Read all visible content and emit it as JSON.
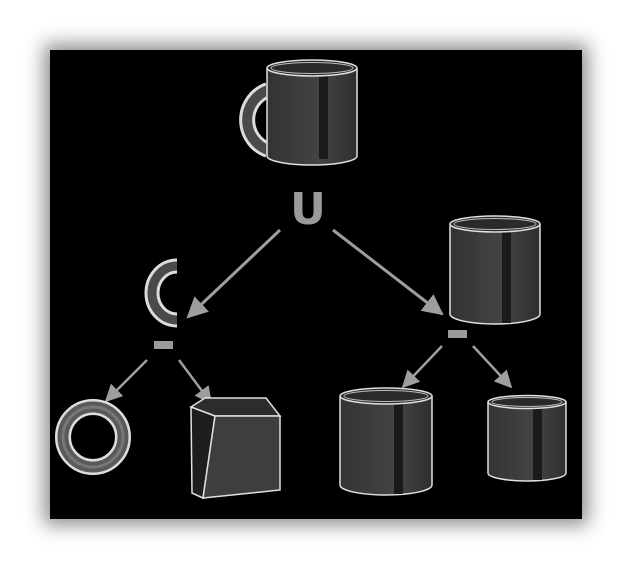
{
  "diagram": {
    "background": "#000000",
    "shape_fill": "#3a3a3a",
    "shape_stroke": "#e0e0e0",
    "stripe": "#1a1a1a",
    "arrow_color": "#9e9e9e",
    "operator_color": "#9a9a9a",
    "nodes": {
      "root": {
        "shape": "mug",
        "operator": "U"
      },
      "left": {
        "shape": "handle-arc",
        "operator": "-"
      },
      "right": {
        "shape": "cylinder",
        "operator": "-"
      },
      "left_left": {
        "shape": "torus"
      },
      "left_right": {
        "shape": "cube"
      },
      "right_left": {
        "shape": "cylinder"
      },
      "right_right": {
        "shape": "cylinder"
      }
    }
  }
}
